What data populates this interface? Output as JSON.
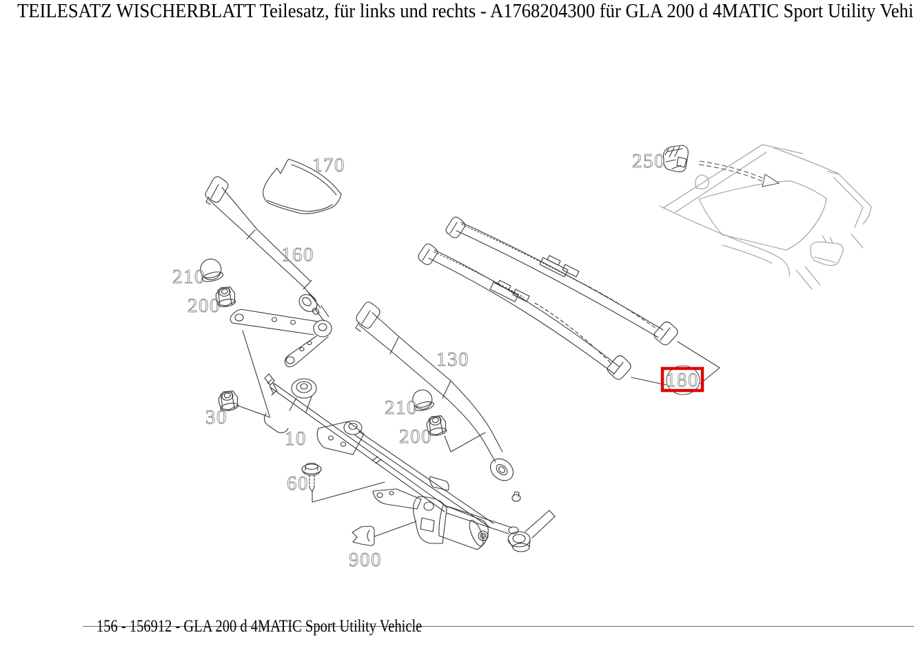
{
  "page": {
    "title": "TEILESATZ WISCHERBLATT Teilesatz, für links und rechts - A1768204300 für GLA 200 d 4MATIC Sport Utility Vehi",
    "footer": "156 - 156912 - GLA 200 d 4MATIC Sport Utility Vehicle"
  },
  "diagram": {
    "highlighted_part": "180",
    "highlight_color": "#dd0707",
    "label_color": "#929292",
    "labels": {
      "cover_cap": "170",
      "wiper_arm_left": "160",
      "cap_left": "210",
      "nut_left": "200",
      "nut_pivot": "30",
      "linkage_frame": "10",
      "bolt": "60",
      "motor_clip": "900",
      "wiper_arm_right": "130",
      "cap_right": "210",
      "nut_right": "200",
      "rain_sensor": "250",
      "wiper_blade_set": "180"
    }
  }
}
